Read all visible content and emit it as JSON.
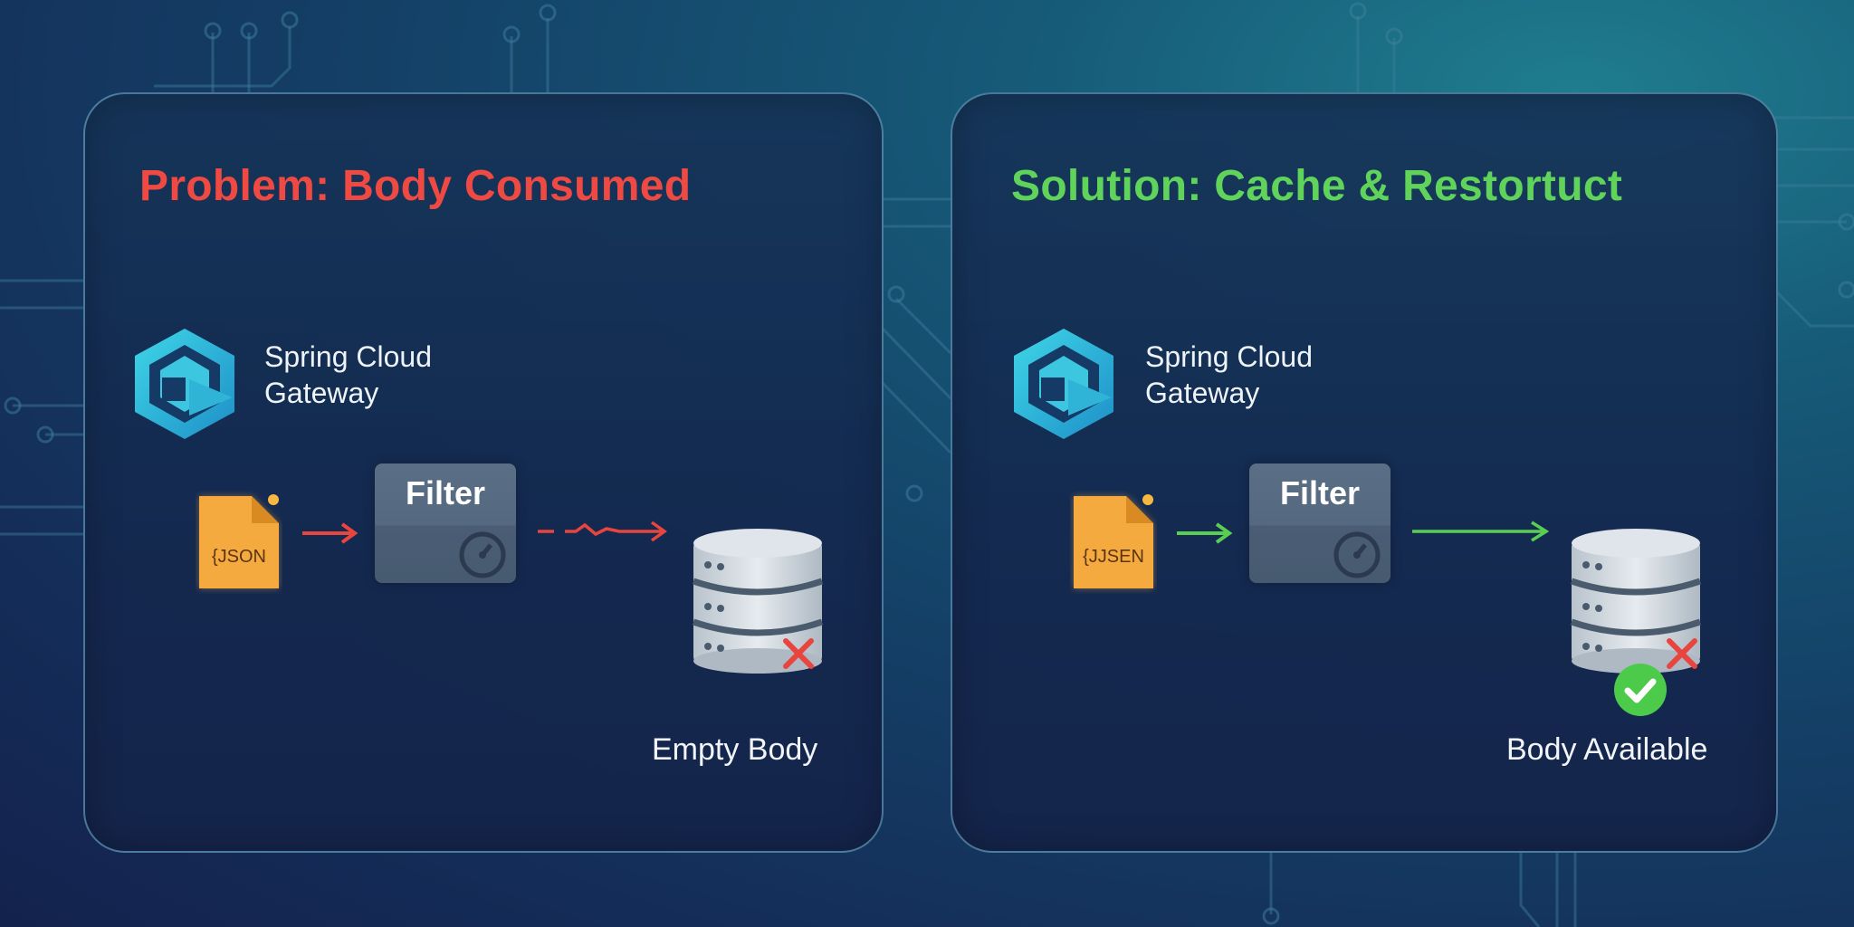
{
  "problem_panel": {
    "title": "Problem: Body Consumed",
    "brand_line1": "Spring Cloud",
    "brand_line2": "Gateway",
    "json_label": "{JSON",
    "filter_label": "Filter",
    "caption": "Empty Body",
    "accent_color": "#ee4a43",
    "icons": [
      "gateway-logo-icon",
      "json-file-icon",
      "gauge-icon",
      "database-icon",
      "x-mark-icon"
    ]
  },
  "solution_panel": {
    "title": "Solution: Cache & Restortuct",
    "brand_line1": "Spring Cloud",
    "brand_line2": "Gateway",
    "json_label": "{JJSEN",
    "filter_label": "Filter",
    "caption": "Body Available",
    "accent_color": "#5fd35a",
    "icons": [
      "gateway-logo-icon",
      "json-file-icon",
      "gauge-icon",
      "database-icon",
      "x-mark-icon",
      "check-mark-icon"
    ]
  }
}
